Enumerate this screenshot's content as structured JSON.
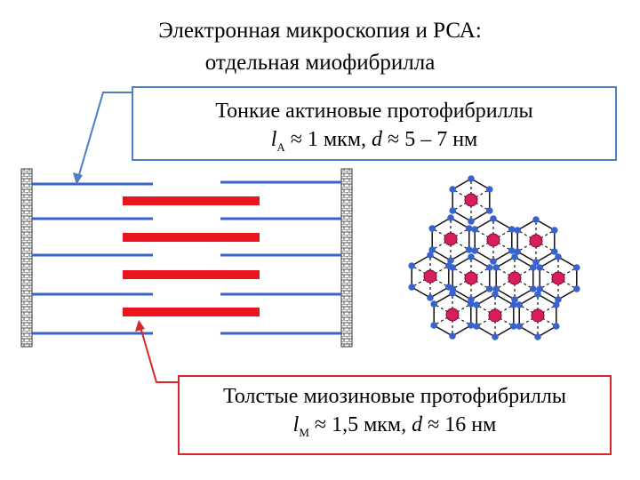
{
  "title": {
    "line1": "Электронная микроскопия и РСА:",
    "line2": "отдельная миофибрилла"
  },
  "thin_label": {
    "title": "Тонкие актиновые протофибриллы",
    "symbol": "l",
    "subscript": "A",
    "eq1": " ≈ 1 мкм, ",
    "dsym": "d",
    "eq2": " ≈ 5 – 7 нм"
  },
  "thick_label": {
    "title": "Толстые миозиновые протофибриллы",
    "symbol": "l",
    "subscript": "M",
    "eq1": " ≈ 1,5 мкм, ",
    "dsym": "d",
    "eq2": " ≈ 16 нм"
  },
  "colors": {
    "thin_filament": "#3a62cc",
    "thick_filament": "#e8141e",
    "blue_border": "#4f7cc4",
    "red_border": "#d8252a",
    "lattice_node_red": "#d81e5b",
    "lattice_node_blue": "#3a62cc"
  }
}
